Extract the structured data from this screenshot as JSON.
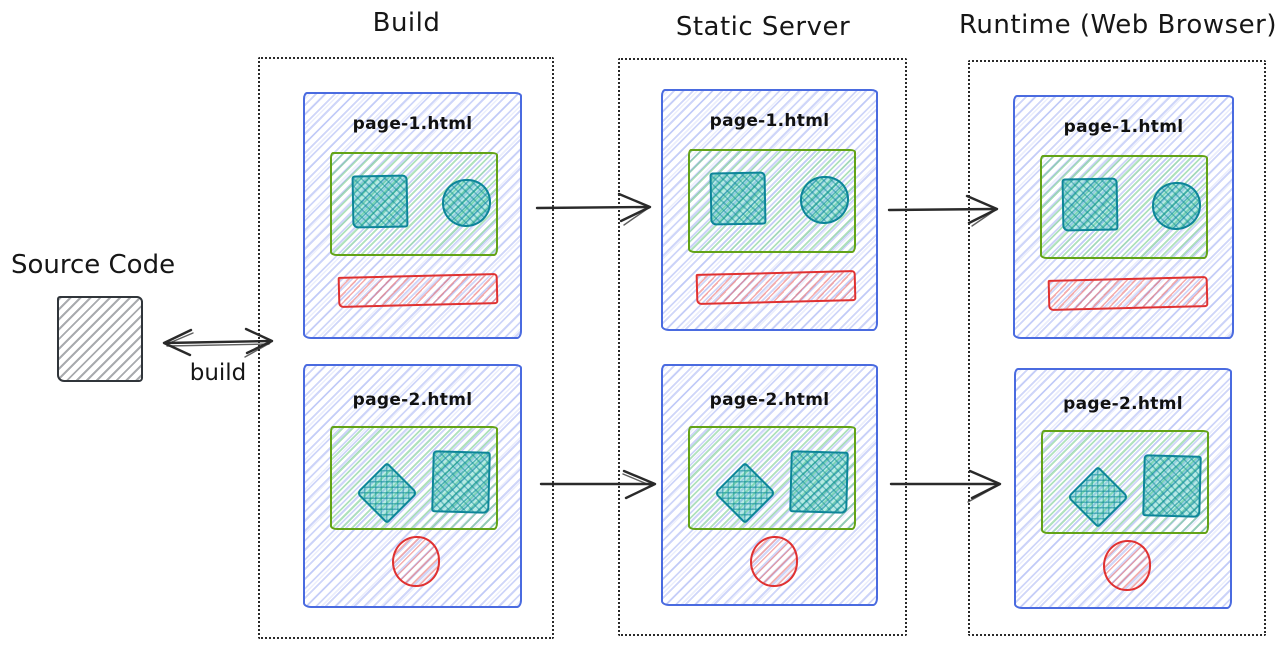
{
  "diagram": {
    "source": {
      "label": "Source Code"
    },
    "build_arrow": {
      "label": "build"
    },
    "sections": [
      {
        "title": "Build",
        "cards": [
          {
            "filename": "page-1.html"
          },
          {
            "filename": "page-2.html"
          }
        ]
      },
      {
        "title": "Static Server",
        "cards": [
          {
            "filename": "page-1.html"
          },
          {
            "filename": "page-2.html"
          }
        ]
      },
      {
        "title": "Runtime (Web Browser)",
        "cards": [
          {
            "filename": "page-1.html"
          },
          {
            "filename": "page-2.html"
          }
        ]
      }
    ],
    "colors": {
      "page_blue": "#4a6be0",
      "block_green": "#63a317",
      "shape_teal": "#0c8599",
      "accent_red": "#e03131",
      "source_gray": "#30353a",
      "line_black": "#2a2a2a"
    }
  }
}
